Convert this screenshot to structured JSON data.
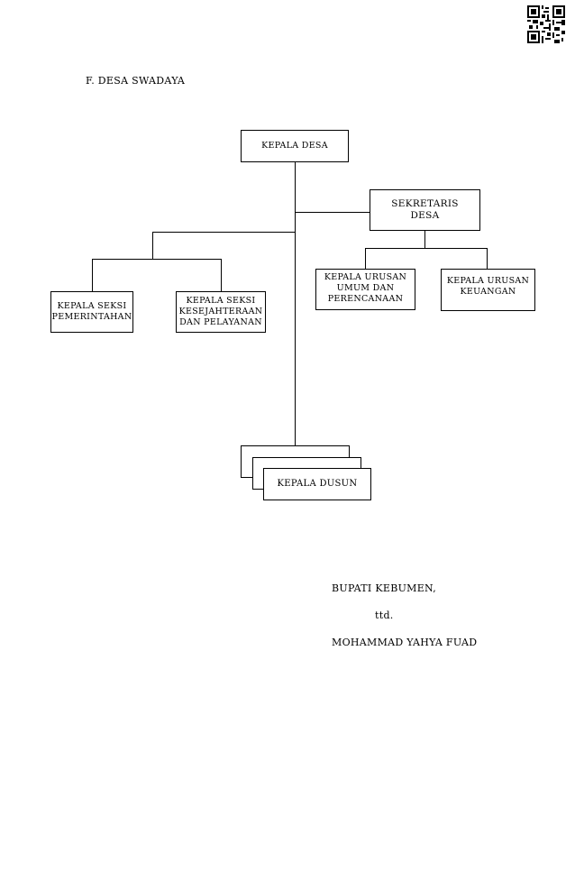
{
  "section_heading": "F.  DESA SWADAYA",
  "org_chart": {
    "kepala_desa": "KEPALA DESA",
    "sekretaris": [
      "SEKRETARIS",
      "DESA"
    ],
    "kaur_umum": [
      "KEPALA URUSAN",
      "UMUM DAN",
      "PERENCANAAN"
    ],
    "kaur_keuangan": [
      "KEPALA URUSAN",
      "KEUANGAN"
    ],
    "kasi_pemerintahan": [
      "KEPALA SEKSI",
      "PEMERINTAHAN"
    ],
    "kasi_kesejahteraan": [
      "KEPALA SEKSI",
      "KESEJAHTERAAN",
      "DAN PELAYANAN"
    ],
    "kepala_dusun": "KEPALA DUSUN"
  },
  "signature": {
    "title": "BUPATI  KEBUMEN,",
    "ttd": "ttd.",
    "name": "MOHAMMAD YAHYA FUAD"
  },
  "icons": {
    "qr": "qr-code-icon"
  }
}
